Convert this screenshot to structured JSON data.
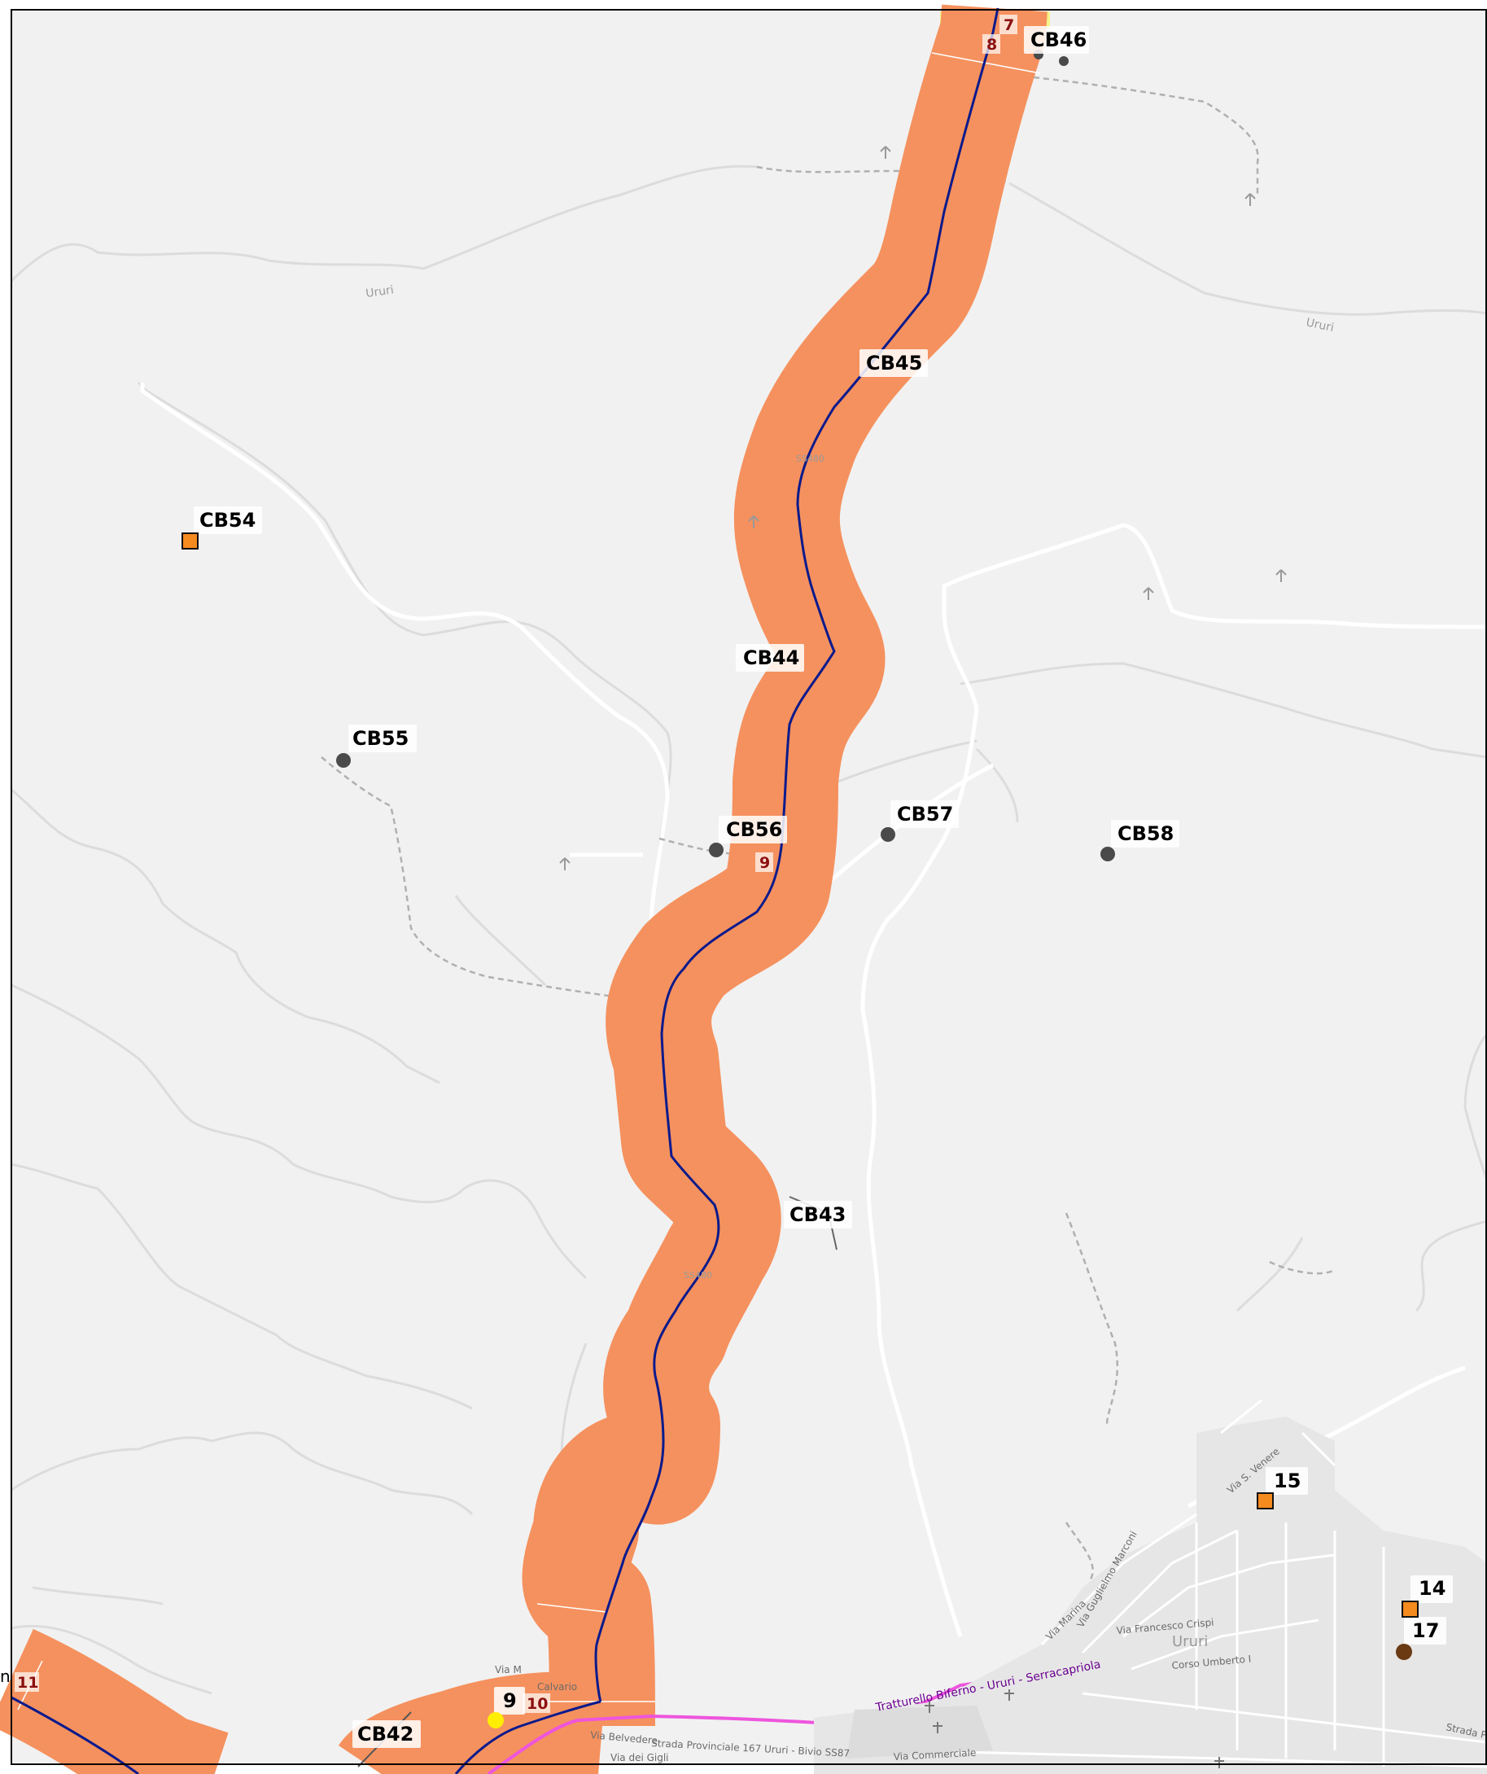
{
  "sites": [
    {
      "id": "cb46",
      "label": "CB46"
    },
    {
      "id": "cb45",
      "label": "CB45"
    },
    {
      "id": "cb54",
      "label": "CB54"
    },
    {
      "id": "cb44",
      "label": "CB44"
    },
    {
      "id": "cb55",
      "label": "CB55"
    },
    {
      "id": "cb56",
      "label": "CB56"
    },
    {
      "id": "cb57",
      "label": "CB57"
    },
    {
      "id": "cb58",
      "label": "CB58"
    },
    {
      "id": "cb43",
      "label": "CB43"
    },
    {
      "id": "cb42",
      "label": "CB42"
    }
  ],
  "points": [
    {
      "id": "p15",
      "label": "15"
    },
    {
      "id": "p14",
      "label": "14"
    },
    {
      "id": "p17",
      "label": "17"
    },
    {
      "id": "p9",
      "label": "9"
    }
  ],
  "route_markers": [
    "7",
    "8",
    "9",
    "10",
    "11"
  ],
  "place_labels": {
    "ururi_1": "Ururi",
    "ururi_2": "Ururi",
    "ururi_town": "Ururi",
    "road_code_1": "SS480",
    "road_code_2": "SS480"
  },
  "streets": {
    "tratturello": "Tratturello Biferno - Ururi - Serracapriola",
    "provinciale": "Strada Provinciale 167 Ururi - Bivio SS87",
    "belvedere": "Via Belvedere",
    "gigli": "Via dei Gigli",
    "commerciale": "Via Commerciale",
    "marina": "Via Marina",
    "marconi": "Via Guglielmo Marconi",
    "crispi": "Via Francesco Crispi",
    "umberto": "Corso Umberto I",
    "venere": "Via S. Venere",
    "strada_edge": "Strada Pr",
    "via_edge": "Via M",
    "calvario": "Calvario"
  },
  "edge_text": "n",
  "colors": {
    "background": "#f1f1f1",
    "buffer": "#f5915e",
    "route_line": "#0a1a8c",
    "tratturello": "#ee55dd",
    "site_marker": "#4a4a4a",
    "orange_point": "#f58a1f",
    "brown_point": "#6b3a12",
    "yellow_point": "#ffee00",
    "yellow_patch": "#f6f38a",
    "marker_number": "#8b1010"
  }
}
